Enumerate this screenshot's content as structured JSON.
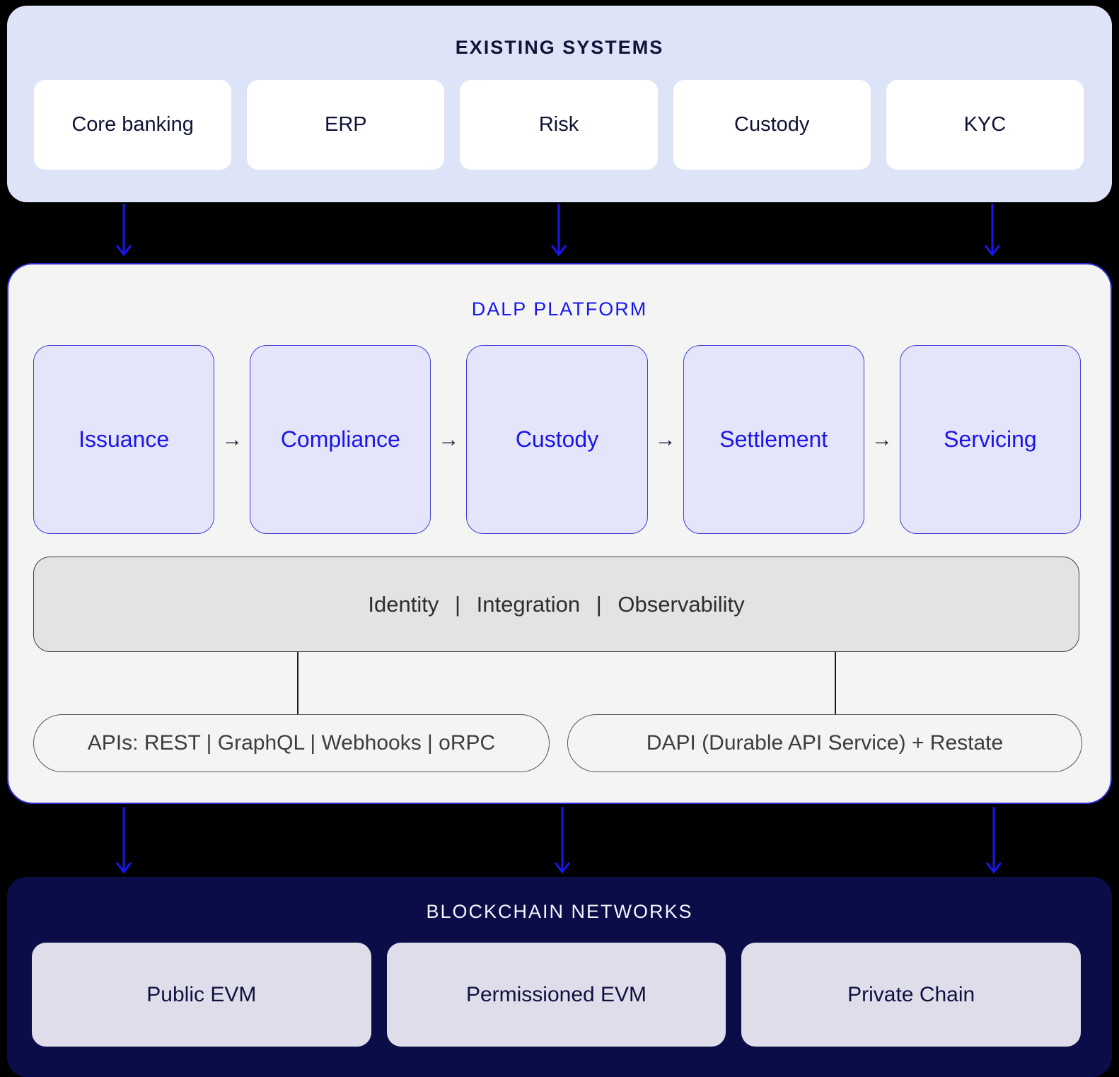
{
  "existing_systems": {
    "title": "EXISTING SYSTEMS",
    "items": [
      "Core banking",
      "ERP",
      "Risk",
      "Custody",
      "KYC"
    ]
  },
  "dalp_platform": {
    "title": "DALP PLATFORM",
    "pipeline": [
      "Issuance",
      "Compliance",
      "Custody",
      "Settlement",
      "Servicing"
    ],
    "flow_arrow": "→",
    "services_bar": "Identity | Integration | Observability",
    "pills": [
      "APIs: REST | GraphQL | Webhooks | oRPC",
      "DAPI (Durable API Service) + Restate"
    ]
  },
  "blockchain_networks": {
    "title": "BLOCKCHAIN NETWORKS",
    "items": [
      "Public EVM",
      "Permissioned EVM",
      "Private Chain"
    ]
  },
  "colors": {
    "accent_blue": "#1717EE",
    "deep_navy": "#0A0D47",
    "ink_navy": "#101437",
    "light_blue_bg": "#DDE4F8",
    "platform_bg": "#F4F5F3",
    "process_box_bg": "#E4E4FA",
    "process_border": "#4040D8",
    "services_bar_bg": "#E3E3E1",
    "bottom_box_bg": "#DFDDE9"
  }
}
